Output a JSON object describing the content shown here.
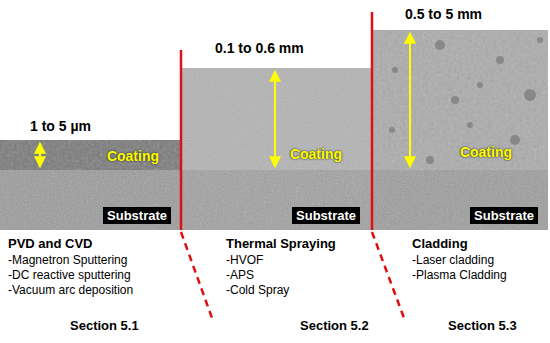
{
  "diagram": {
    "nodes": [
      {
        "text": [
          "Coating"
        ]
      },
      {
        "text": [
          "Substrate"
        ]
      },
      {
        "text": [
          "Coating"
        ]
      },
      {
        "text": [
          "Substrate"
        ]
      },
      {
        "text": [
          "Coating"
        ]
      },
      {
        "text": [
          "Substrate"
        ]
      }
    ],
    "labels": [
      "1 to 5 µm",
      "0.1 to 0.6 mm",
      "0.5 to 5 mm",
      "PVD and CVD",
      "-Magnetron Sputtering",
      "-DC reactive sputtering",
      "-Vacuum arc deposition",
      "Section 5.1",
      "Thermal Spraying",
      "-HVOF",
      "-APS",
      "-Cold Spray",
      "Section 5.2",
      "Cladding",
      "-Laser cladding",
      "-Plasma Cladding",
      "Section 5.3"
    ]
  }
}
